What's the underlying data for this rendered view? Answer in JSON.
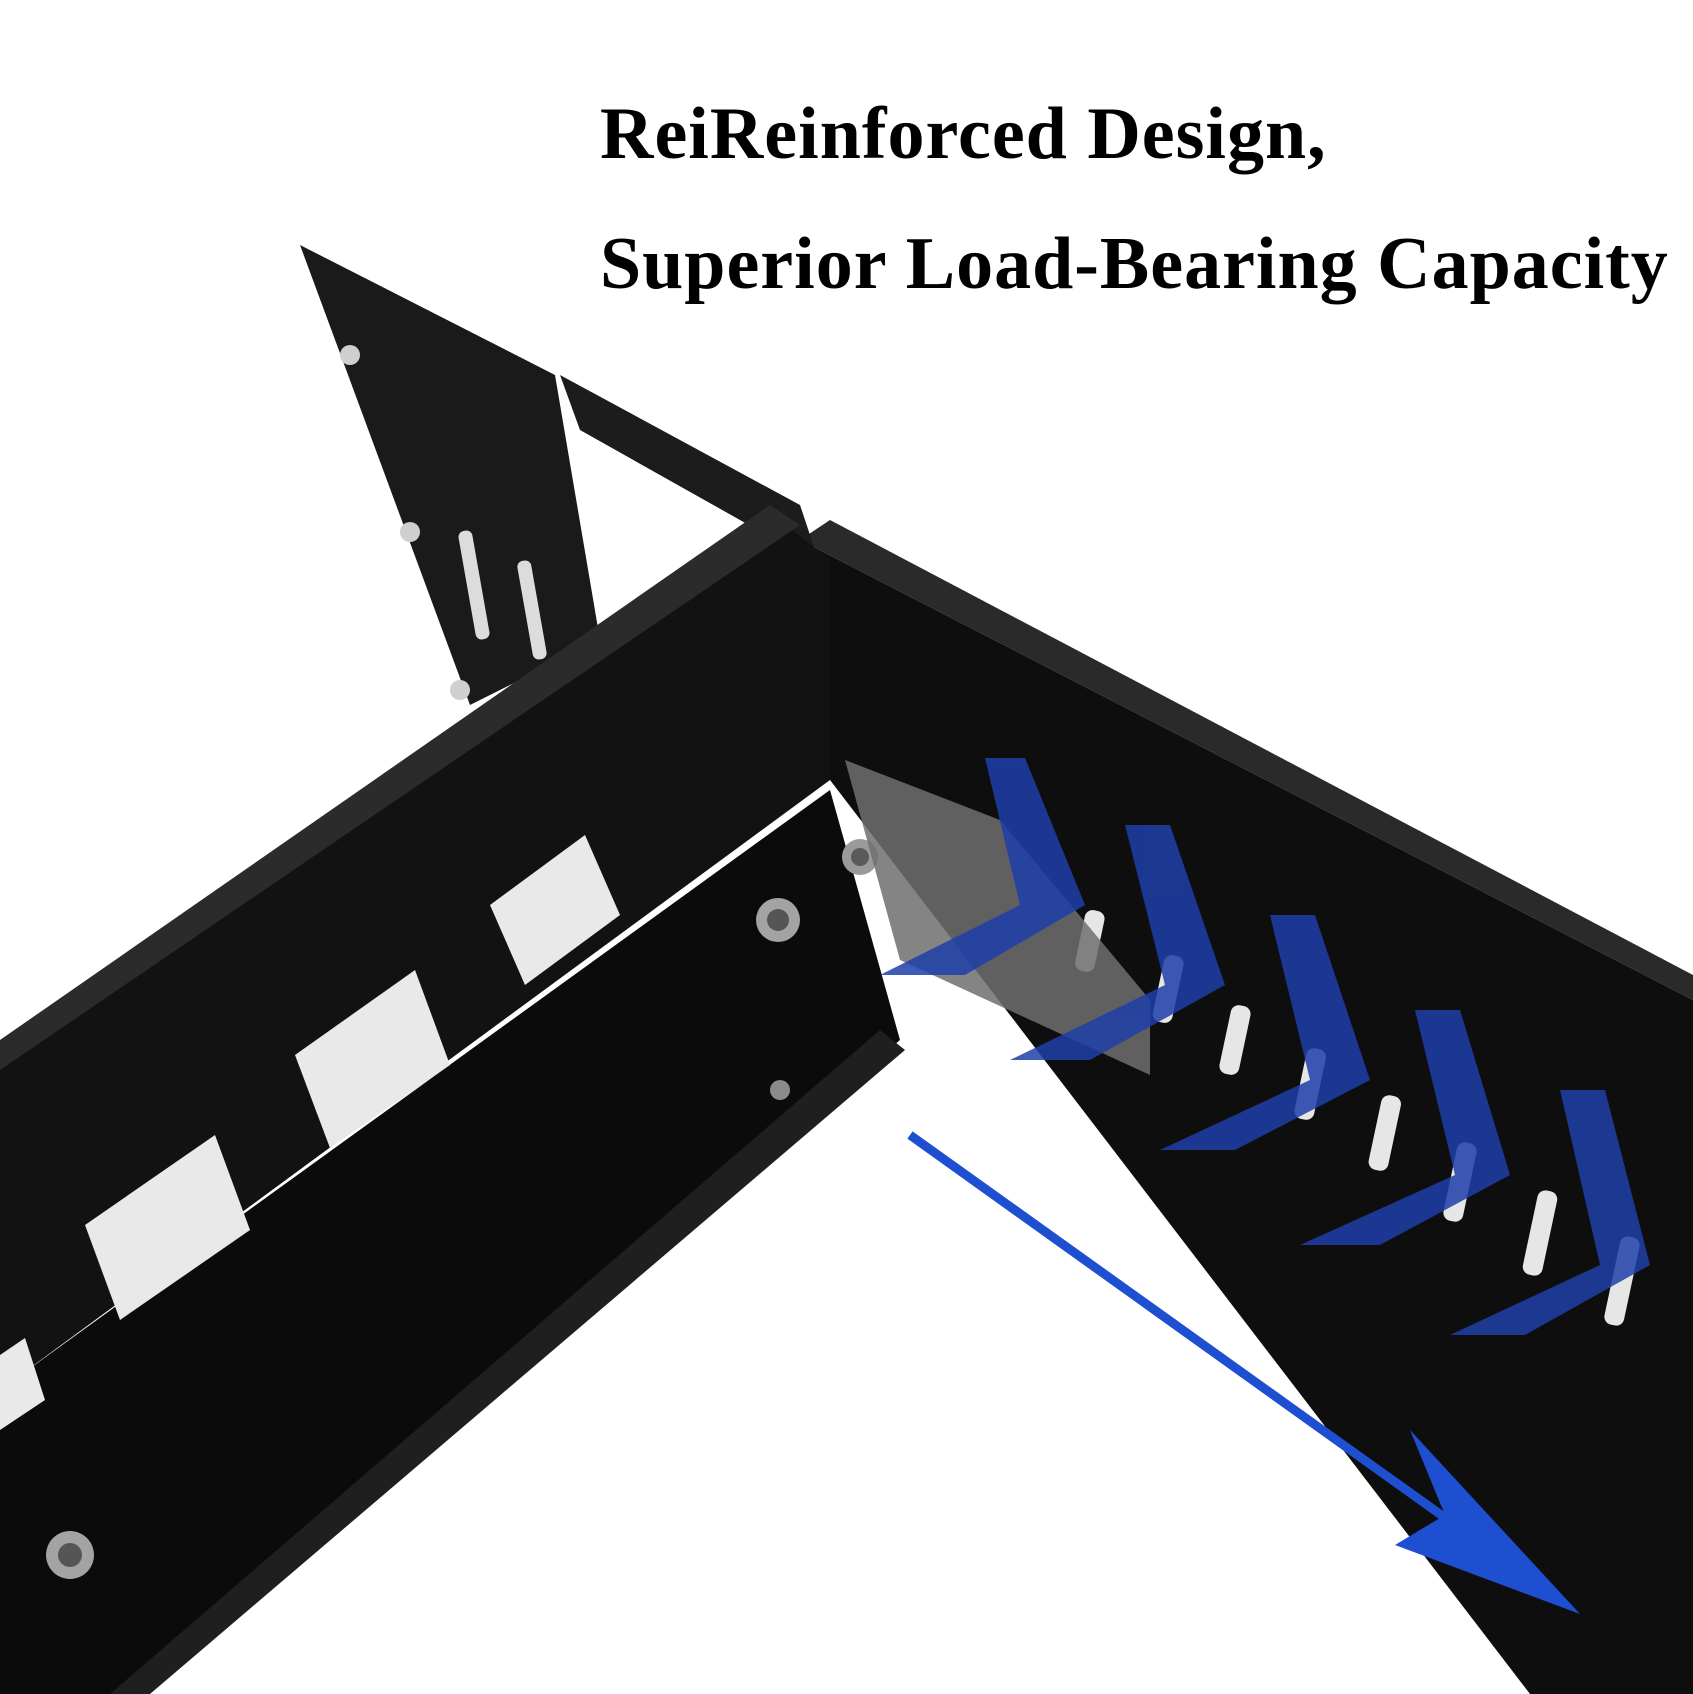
{
  "headline": {
    "line1": "ReiReinforced Design,",
    "line2": "Superior Load-Bearing Capacity"
  },
  "colors": {
    "background": "#ffffff",
    "metal": "#111111",
    "accent_blue": "#1f4fd1",
    "chevron_blue": "#1e3fa8"
  },
  "image": {
    "subject": "black rack rail corner with square punch holes, screws, and slotted side panel"
  }
}
